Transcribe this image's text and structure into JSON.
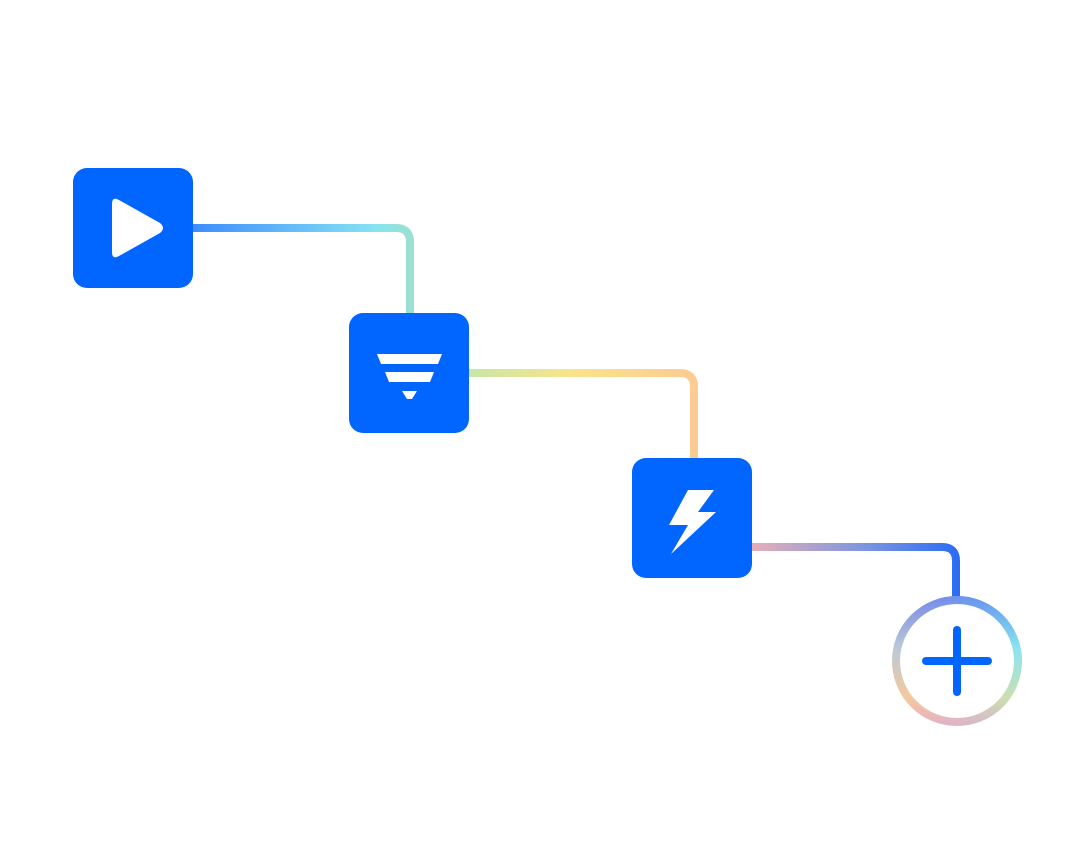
{
  "workflow": {
    "nodes": [
      {
        "id": "start",
        "icon": "play-icon"
      },
      {
        "id": "filter",
        "icon": "filter-icon"
      },
      {
        "id": "action",
        "icon": "lightning-bolt-icon"
      },
      {
        "id": "add",
        "icon": "plus-icon"
      }
    ],
    "colors": {
      "node_fill": "#0066FF",
      "icon_fill": "#FFFFFF",
      "add_stroke_icon": "#0066FF",
      "connector_1": [
        "#3D8BFF",
        "#87E3F2",
        "#9BE0D0"
      ],
      "connector_2": [
        "#C7E7A6",
        "#FBE38A",
        "#FCCB91"
      ],
      "connector_3": [
        "#E7AEB9",
        "#7C95E0",
        "#2B6CF6"
      ],
      "add_ring": [
        "#2F6BFF",
        "#8BE4EE",
        "#F9E084",
        "#F7A9B8"
      ]
    }
  }
}
